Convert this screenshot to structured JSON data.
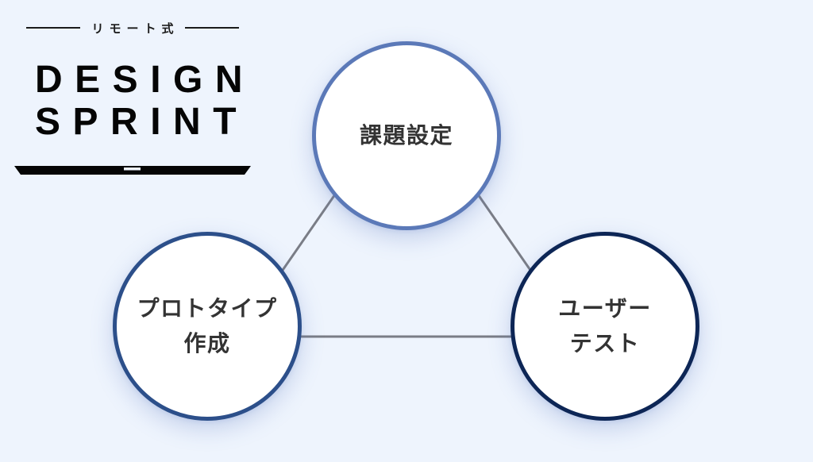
{
  "logo": {
    "tagline": "リモート式",
    "wordmark_lines": [
      "DESIGN",
      "SPRINT"
    ],
    "icon": "laptop-base-icon"
  },
  "diagram": {
    "type": "cycle-triangle",
    "nodes": [
      {
        "id": "top",
        "lines": [
          "課題設定"
        ],
        "border_color": "#5b79b8"
      },
      {
        "id": "left",
        "lines": [
          "プロトタイプ",
          "作成"
        ],
        "border_color": "#2c4f8a"
      },
      {
        "id": "right",
        "lines": [
          "ユーザー",
          "テスト"
        ],
        "border_color": "#0d2656"
      }
    ],
    "edges": [
      {
        "from": "top",
        "to": "left"
      },
      {
        "from": "top",
        "to": "right"
      },
      {
        "from": "left",
        "to": "right"
      }
    ],
    "edge_color": "#7a7d86"
  },
  "colors": {
    "background": "#eef4fd",
    "node_fill": "#ffffff",
    "text": "#333333",
    "logo_text": "#050505"
  }
}
